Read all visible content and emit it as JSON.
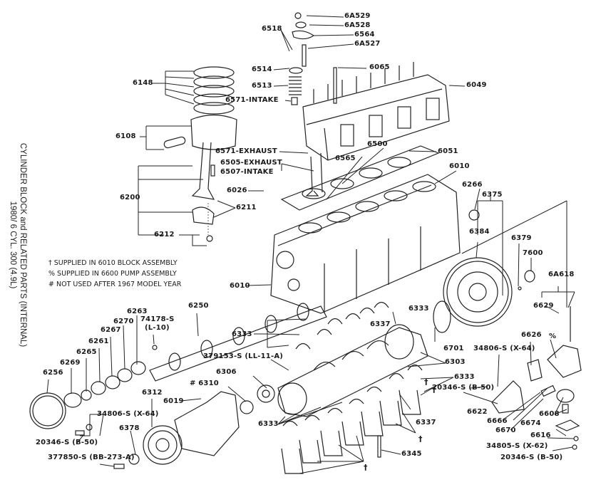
{
  "title": {
    "line1": "CYLINDER BLOCK and RELATED PARTS (INTERNAL)",
    "line2": "1980/ 6 CYL. 300 (4.9L)"
  },
  "notes": [
    "† SUPPLIED IN 6010 BLOCK ASSEMBLY",
    "% SUPPLIED IN 6600 PUMP ASSEMBLY",
    "# NOT USED AFTER 1967 MODEL YEAR"
  ],
  "labels": {
    "p6A529": "6A529",
    "p6A528": "6A528",
    "p6518": "6518",
    "p6564": "6564",
    "p6A527": "6A527",
    "p6514": "6514",
    "p6065": "6065",
    "p6148": "6148",
    "p6513": "6513",
    "p6049": "6049",
    "p6571_intake": "6571-INTAKE",
    "p6108": "6108",
    "p6571_exhaust": "6571-EXHAUST",
    "p6500": "6500",
    "p6051": "6051",
    "p6505_exhaust": "6505-EXHAUST",
    "p6565": "6565",
    "p6507_intake": "6507-INTAKE",
    "p6010_top": "6010",
    "p6200": "6200",
    "p6026": "6026",
    "p6266": "6266",
    "p6375": "6375",
    "p6211": "6211",
    "p6212": "6212",
    "p6384": "6384",
    "p6379": "6379",
    "p7600": "7600",
    "p6010_left": "6010",
    "p6A618": "6A618",
    "p6629": "6629",
    "p6263": "6263",
    "p6250": "6250",
    "p74178S": "74178-S",
    "p74178S_sub": "(L-10)",
    "p6270": "6270",
    "p6333_a": "6333",
    "p6337_a": "6337",
    "p6333_b": "6333",
    "p6267": "6267",
    "p6261": "6261",
    "p6265": "6265",
    "p6269": "6269",
    "p6256": "6256",
    "p379153S": "379153-S (LL-11-A)",
    "p6701": "6701",
    "p6626": "6626",
    "p34806S_right": "34806-S (X-64)",
    "p6303": "6303",
    "pct": "%",
    "p6306": "6306",
    "p6310": "# 6310",
    "p6333_c": "6333",
    "p6312": "6312",
    "p6019": "6019",
    "p20346S_mid": "20346-S (B-50)",
    "p6622": "6622",
    "p6608": "6608",
    "p6666": "6666",
    "p6674": "6674",
    "p6670": "6670",
    "p6616": "6616",
    "p34806S_left": "34806-S (X-64)",
    "p6333_d": "6333",
    "p6337_b": "6337",
    "p6378": "6378",
    "p20346S_left": "20346-S (B-50)",
    "p34805S": "34805-S (X-62)",
    "p20346S_right": "20346-S (B-50)",
    "p377850S": "377850-S (BB-273-A)",
    "p6345": "6345",
    "dagger_a": "†",
    "dagger_b": "†",
    "dagger_c": "†",
    "dagger_d": "†"
  }
}
